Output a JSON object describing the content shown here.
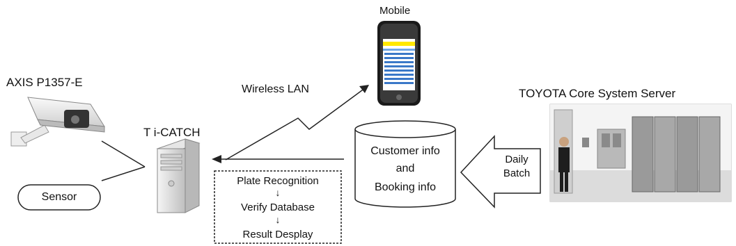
{
  "camera": {
    "label": "AXIS P1357-E",
    "icon": "security-camera-icon"
  },
  "sensor": {
    "label": "Sensor"
  },
  "server": {
    "label": "T i-CATCH",
    "icon": "tower-pc-icon"
  },
  "mobile": {
    "label": "Mobile",
    "icon": "smartphone-icon"
  },
  "wireless": {
    "label": "Wireless LAN"
  },
  "process": {
    "steps": [
      "Plate Recognition",
      "Verify Database",
      "Result Desplay"
    ],
    "arrow_glyph": "↓"
  },
  "database": {
    "line1": "Customer info",
    "line2": "and",
    "line3": "Booking info",
    "icon": "database-cylinder-icon"
  },
  "batch": {
    "line1": "Daily",
    "line2": "Batch"
  },
  "core_system": {
    "label": "TOYOTA Core System Server",
    "icon": "server-room-icon"
  },
  "colors": {
    "stroke": "#222222",
    "body_gray": "#d9d9d9",
    "light_gray": "#f0f0f0"
  }
}
